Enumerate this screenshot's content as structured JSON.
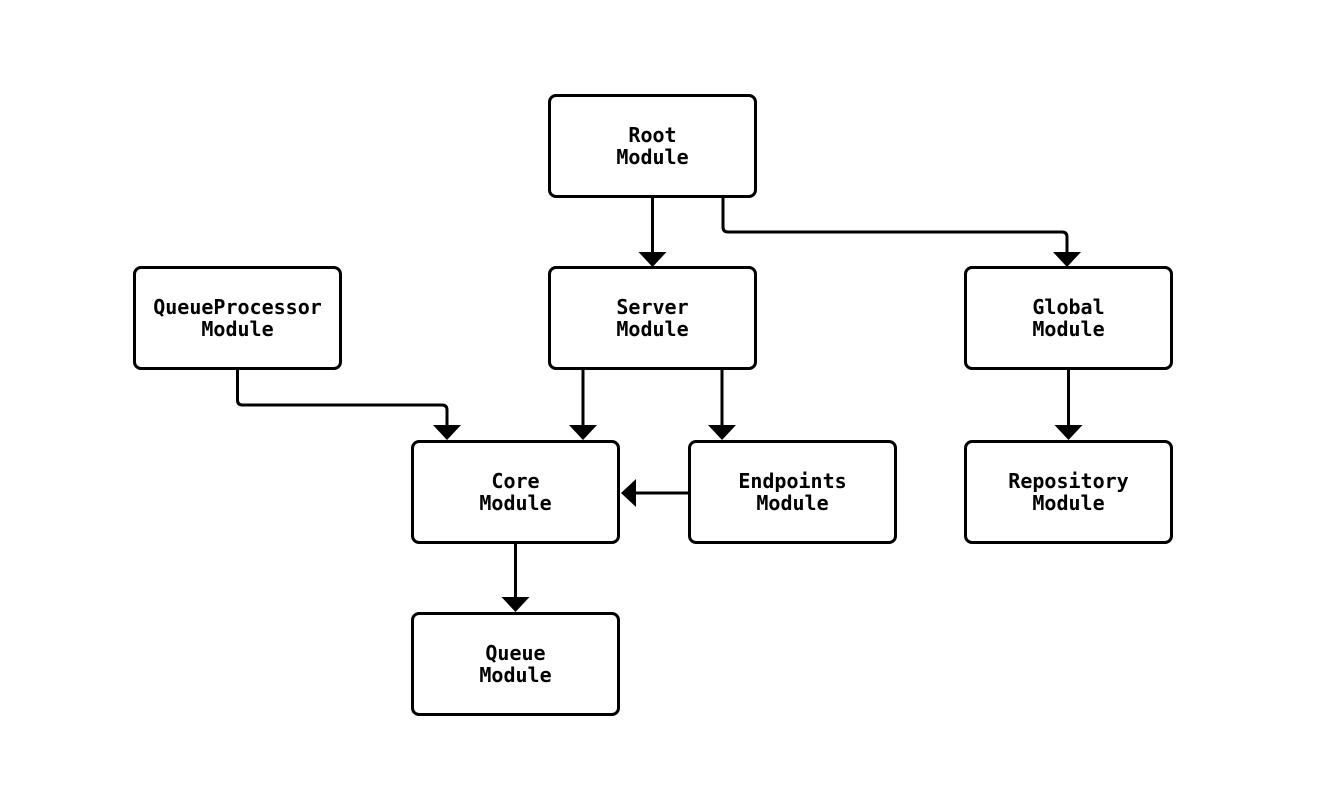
{
  "diagram": {
    "type": "flowchart",
    "direction": "top-down",
    "colors": {
      "background": "#ffffff",
      "node_fill": "#ffffff",
      "node_stroke": "#000000",
      "edge_stroke": "#000000",
      "text": "#000000"
    },
    "nodes": [
      {
        "id": "root",
        "label": "Root\nModule"
      },
      {
        "id": "queueprocessor",
        "label": "QueueProcessor\nModule"
      },
      {
        "id": "server",
        "label": "Server\nModule"
      },
      {
        "id": "global",
        "label": "Global\nModule"
      },
      {
        "id": "core",
        "label": "Core\nModule"
      },
      {
        "id": "endpoints",
        "label": "Endpoints\nModule"
      },
      {
        "id": "repository",
        "label": "Repository\nModule"
      },
      {
        "id": "queue",
        "label": "Queue\nModule"
      }
    ],
    "edges": [
      {
        "from": "root",
        "to": "server"
      },
      {
        "from": "root",
        "to": "global"
      },
      {
        "from": "queueprocessor",
        "to": "core"
      },
      {
        "from": "server",
        "to": "core"
      },
      {
        "from": "server",
        "to": "endpoints"
      },
      {
        "from": "endpoints",
        "to": "core"
      },
      {
        "from": "core",
        "to": "queue"
      },
      {
        "from": "global",
        "to": "repository"
      }
    ]
  }
}
